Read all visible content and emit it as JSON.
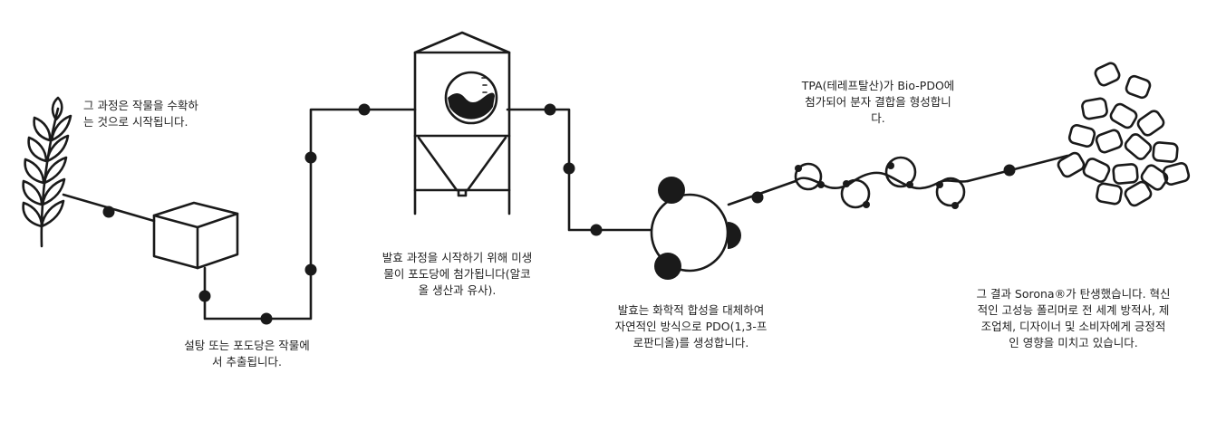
{
  "colors": {
    "stroke": "#1a1a1a",
    "text": "#222222",
    "background": "#ffffff",
    "highlight": "#b8863b"
  },
  "icons": {
    "wheat": "wheat-plant-icon",
    "cube": "sugar-cube-icon",
    "tank": "fermentation-tank-icon",
    "molecule": "pdo-molecule-icon",
    "chain": "polymer-chain-icon",
    "pellets": "polymer-pellets-icon"
  },
  "captions": {
    "harvest": "그 과정은 작물을 수확하\n는 것으로 시작됩니다.",
    "extract": "설탕 또는 포도당은 작물에\n서 추출됩니다.",
    "ferment": "발효 과정을 시작하기 위해 미생\n물이 포도당에 첨가됩니다(알코\n올 생산과 유사).",
    "pdo": "발효는 화학적 합성을 대체하여\n자연적인 방식으로 PDO(1,3-프\n로판디올)를 생성합니다.",
    "tpa": "TPA(테레프탈산)가 Bio-PDO에\n첨가되어 분자 결합을 형성합니\n다.",
    "result": "그 결과 Sorona®가 탄생했습니다. 혁신\n적인 고성능 폴리머로 전 세계 방적사, 제\n조업체, 디자이너 및 소비자에게 긍정적\n인 영향을 미치고 있습니다."
  }
}
